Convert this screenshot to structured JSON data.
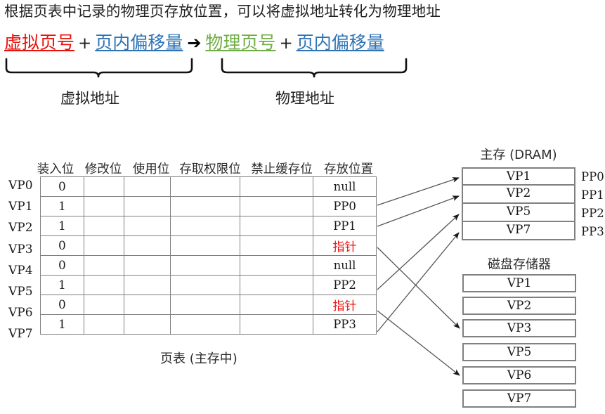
{
  "header": {
    "title": "根据页表中记录的物理页存放位置，可以将虚拟地址转化为物理地址",
    "formula": {
      "virtual_page_number": "虚拟页号",
      "plus1": "+",
      "offset1": "页内偏移量",
      "arrow": "➔",
      "physical_page_number": "物理页号",
      "plus2": "+",
      "offset2": "页内偏移量"
    },
    "brace_labels": {
      "virtual_address": "虚拟地址",
      "physical_address": "物理地址"
    },
    "colors": {
      "virtual_page_number": "#E8120C",
      "offset": "#2E74B5",
      "physical_page_number": "#70AD47",
      "plus": "#202020",
      "arrow": "#000000",
      "pointer_text": "#EE1111"
    }
  },
  "page_table": {
    "caption": "页表 (主存中)",
    "column_headers": [
      "装入位",
      "修改位",
      "使用位",
      "存取权限位",
      "禁止缓存位",
      "存放位置"
    ],
    "row_labels": [
      "VP0",
      "VP1",
      "VP2",
      "VP3",
      "VP4",
      "VP5",
      "VP6",
      "VP7"
    ],
    "rows": [
      {
        "label": "VP0",
        "valid": "0",
        "modify": "",
        "use": "",
        "access": "",
        "nocache": "",
        "location": "null",
        "location_is_pointer": false
      },
      {
        "label": "VP1",
        "valid": "1",
        "modify": "",
        "use": "",
        "access": "",
        "nocache": "",
        "location": "PP0",
        "location_is_pointer": false
      },
      {
        "label": "VP2",
        "valid": "1",
        "modify": "",
        "use": "",
        "access": "",
        "nocache": "",
        "location": "PP1",
        "location_is_pointer": false
      },
      {
        "label": "VP3",
        "valid": "0",
        "modify": "",
        "use": "",
        "access": "",
        "nocache": "",
        "location": "指针",
        "location_is_pointer": true
      },
      {
        "label": "VP4",
        "valid": "0",
        "modify": "",
        "use": "",
        "access": "",
        "nocache": "",
        "location": "null",
        "location_is_pointer": false
      },
      {
        "label": "VP5",
        "valid": "1",
        "modify": "",
        "use": "",
        "access": "",
        "nocache": "",
        "location": "PP2",
        "location_is_pointer": false
      },
      {
        "label": "VP6",
        "valid": "0",
        "modify": "",
        "use": "",
        "access": "",
        "nocache": "",
        "location": "指针",
        "location_is_pointer": true
      },
      {
        "label": "VP7",
        "valid": "1",
        "modify": "",
        "use": "",
        "access": "",
        "nocache": "",
        "location": "PP3",
        "location_is_pointer": false
      }
    ]
  },
  "main_memory": {
    "title": "主存 (DRAM)",
    "frames": [
      {
        "content": "VP1",
        "frame": "PP0"
      },
      {
        "content": "VP2",
        "frame": "PP1"
      },
      {
        "content": "VP5",
        "frame": "PP2"
      },
      {
        "content": "VP7",
        "frame": "PP3"
      }
    ]
  },
  "disk_storage": {
    "title": "磁盘存储器",
    "blocks": [
      {
        "content": "VP1"
      },
      {
        "content": "VP2"
      },
      {
        "content": "VP3"
      },
      {
        "content": "VP5"
      },
      {
        "content": "VP6"
      },
      {
        "content": "VP7"
      }
    ]
  }
}
